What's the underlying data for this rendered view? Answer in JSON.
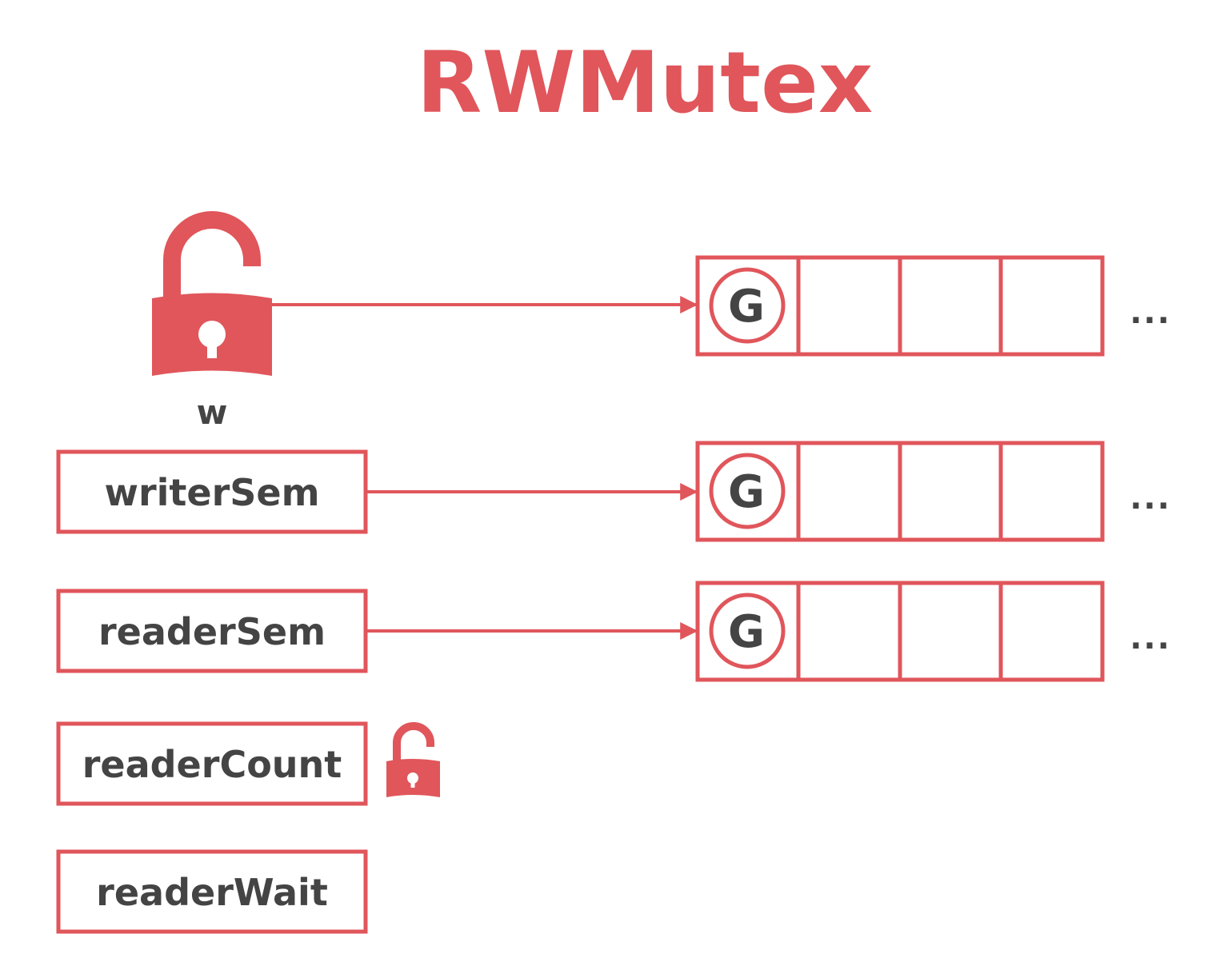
{
  "title": "RWMutex",
  "colors": {
    "accent": "#e0565b",
    "text": "#444444",
    "background": "#ffffff"
  },
  "writer_lock": {
    "label": "w",
    "icon": "open-padlock-icon",
    "state": "unlocked"
  },
  "reader_count_lock": {
    "icon": "open-padlock-icon",
    "state": "unlocked"
  },
  "fields": [
    {
      "label": "writerSem"
    },
    {
      "label": "readerSem"
    },
    {
      "label": "readerCount"
    },
    {
      "label": "readerWait"
    }
  ],
  "queues": [
    {
      "source": "w",
      "first_slot": "G",
      "continuation": "..."
    },
    {
      "source": "writerSem",
      "first_slot": "G",
      "continuation": "..."
    },
    {
      "source": "readerSem",
      "first_slot": "G",
      "continuation": "..."
    }
  ]
}
